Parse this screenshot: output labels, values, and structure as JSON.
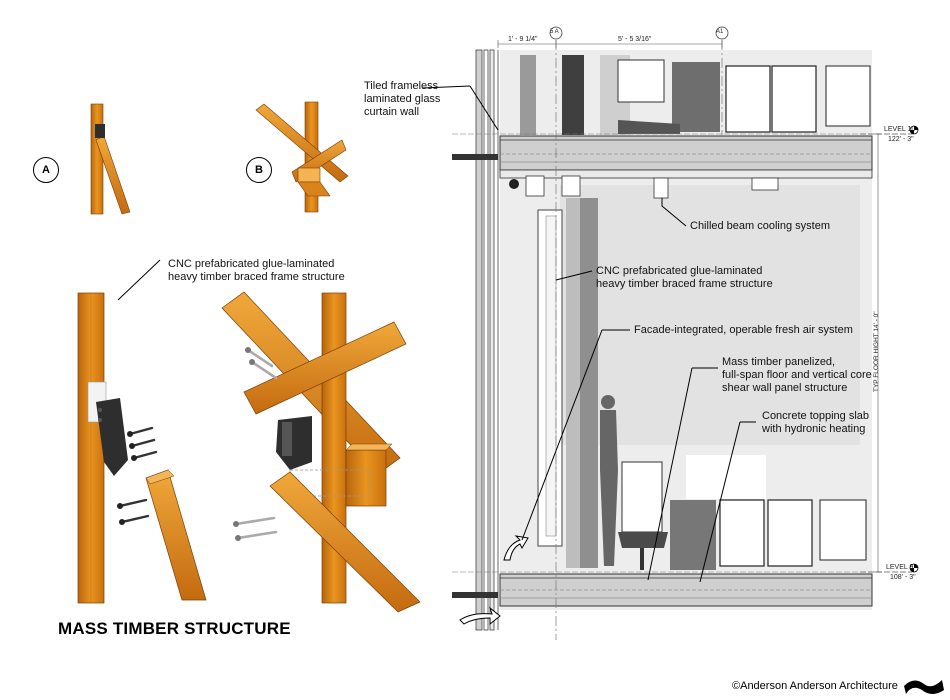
{
  "title": "MASS TIMBER STRUCTURE",
  "details": [
    {
      "id": "A"
    },
    {
      "id": "B"
    }
  ],
  "left_callout": {
    "line1": "CNC prefabricated glue-laminated",
    "line2": "heavy timber braced frame structure"
  },
  "section_labels": {
    "curtain_wall": [
      "Tiled frameless",
      "laminated glass",
      "curtain wall"
    ],
    "chilled_beam": "Chilled beam cooling system",
    "braced_frame": [
      "CNC prefabricated glue-laminated",
      "heavy timber braced frame structure"
    ],
    "fresh_air": "Facade-integrated, operable fresh air system",
    "mass_timber": [
      "Mass timber panelized,",
      "full-span floor and vertical core",
      "shear wall panel structure"
    ],
    "topping_slab": [
      "Concrete topping slab",
      "with hydronic heating"
    ]
  },
  "dimensions": {
    "grid_5a": "5 A",
    "grid_a1": "A1",
    "dim_left": "1' - 9 1/4\"",
    "dim_right": "5' - 5 3/16\"",
    "level10_name": "LEVEL 10",
    "level10_elev": "122' - 3\"",
    "level9_name": "LEVEL 9",
    "level9_elev": "108' - 3\"",
    "floor_height": "TYP FLOOR HIGHT 14' - 0\""
  },
  "credit": "©Anderson Anderson Architecture",
  "colors": {
    "timber": "#e08a1e",
    "timber_light": "#f2b04a",
    "timber_dark": "#a85a0c",
    "steel": "#2e2e2e",
    "section_gray": "#d9d9d9",
    "section_dark": "#7a7a7a"
  }
}
